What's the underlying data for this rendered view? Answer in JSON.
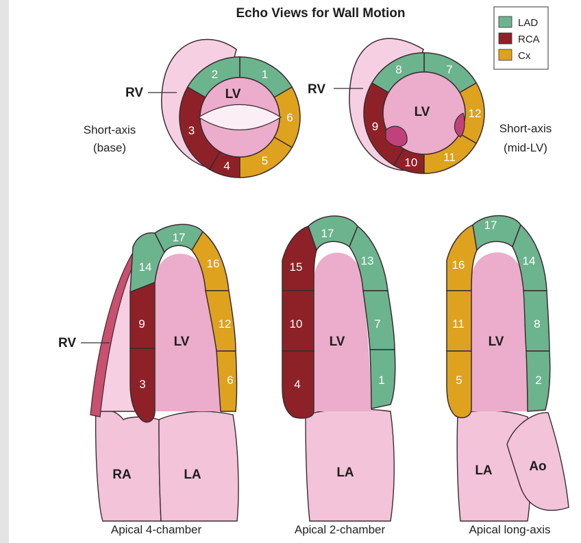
{
  "title": "Echo Views for Wall Motion",
  "colors": {
    "LAD": "#6cb48e",
    "RCA": "#8e2127",
    "Cx": "#dea21f",
    "myocardium_pink": "#f3c3da",
    "cavity_pink": "#ecaccb",
    "rv_pink": "#f6d0e2",
    "rv_wall": "#c9506f",
    "valve": "#fbeef4",
    "outline": "#3a2a30"
  },
  "legend": [
    {
      "label": "LAD",
      "color_key": "LAD"
    },
    {
      "label": "RCA",
      "color_key": "RCA"
    },
    {
      "label": "Cx",
      "color_key": "Cx"
    }
  ],
  "views": {
    "sax_base": {
      "caption_line1": "Short-axis",
      "caption_line2": "(base)",
      "rv_label": "RV",
      "lv_label": "LV",
      "segments": [
        {
          "num": "1",
          "territory": "LAD"
        },
        {
          "num": "2",
          "territory": "LAD"
        },
        {
          "num": "3",
          "territory": "RCA"
        },
        {
          "num": "4",
          "territory": "RCA"
        },
        {
          "num": "5",
          "territory": "Cx"
        },
        {
          "num": "6",
          "territory": "Cx"
        }
      ]
    },
    "sax_mid": {
      "caption_line1": "Short-axis",
      "caption_line2": "(mid-LV)",
      "rv_label": "RV",
      "lv_label": "LV",
      "segments": [
        {
          "num": "7",
          "territory": "LAD"
        },
        {
          "num": "8",
          "territory": "LAD"
        },
        {
          "num": "9",
          "territory": "RCA"
        },
        {
          "num": "10",
          "territory": "RCA"
        },
        {
          "num": "11",
          "territory": "Cx"
        },
        {
          "num": "12",
          "territory": "Cx"
        }
      ]
    },
    "a4c": {
      "caption": "Apical 4-chamber",
      "rv_label": "RV",
      "lv_label": "LV",
      "ra_label": "RA",
      "la_label": "LA",
      "segments": [
        {
          "num": "17",
          "territory": "LAD"
        },
        {
          "num": "14",
          "territory": "LAD"
        },
        {
          "num": "9",
          "territory": "RCA"
        },
        {
          "num": "3",
          "territory": "RCA"
        },
        {
          "num": "16",
          "territory": "Cx"
        },
        {
          "num": "12",
          "territory": "Cx"
        },
        {
          "num": "6",
          "territory": "Cx"
        }
      ]
    },
    "a2c": {
      "caption": "Apical 2-chamber",
      "lv_label": "LV",
      "la_label": "LA",
      "segments": [
        {
          "num": "17",
          "territory": "LAD"
        },
        {
          "num": "15",
          "territory": "RCA"
        },
        {
          "num": "10",
          "territory": "RCA"
        },
        {
          "num": "4",
          "territory": "RCA"
        },
        {
          "num": "13",
          "territory": "LAD"
        },
        {
          "num": "7",
          "territory": "LAD"
        },
        {
          "num": "1",
          "territory": "LAD"
        }
      ]
    },
    "alax": {
      "caption": "Apical long-axis",
      "lv_label": "LV",
      "la_label": "LA",
      "ao_label": "Ao",
      "segments": [
        {
          "num": "17",
          "territory": "LAD"
        },
        {
          "num": "16",
          "territory": "Cx"
        },
        {
          "num": "11",
          "territory": "Cx"
        },
        {
          "num": "5",
          "territory": "Cx"
        },
        {
          "num": "14",
          "territory": "LAD"
        },
        {
          "num": "8",
          "territory": "LAD"
        },
        {
          "num": "2",
          "territory": "LAD"
        }
      ]
    }
  }
}
